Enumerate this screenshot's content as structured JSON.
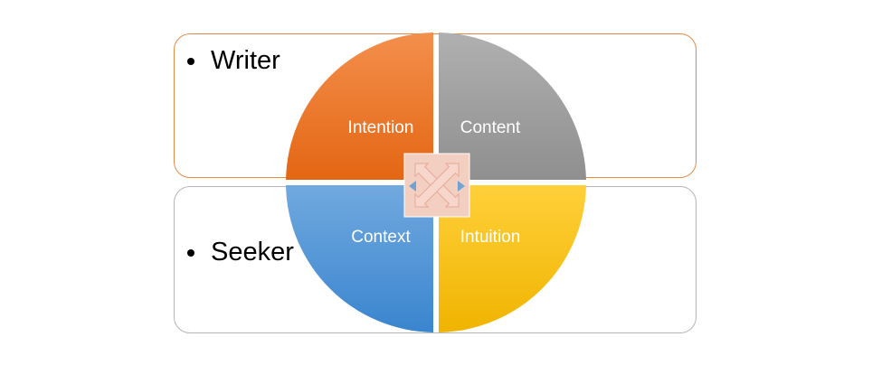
{
  "panels": {
    "top": {
      "label": "Writer"
    },
    "bottom": {
      "label": "Seeker"
    }
  },
  "quadrants": {
    "top_left": {
      "label": "Intention",
      "color": "#ed7d31"
    },
    "top_right": {
      "label": "Content",
      "color": "#a5a5a5"
    },
    "bottom_left": {
      "label": "Context",
      "color": "#5b9bd5"
    },
    "bottom_right": {
      "label": "Intuition",
      "color": "#ffc000"
    }
  },
  "center_icon": {
    "name": "four-way-arrows-icon",
    "color": "#f5cfc2"
  }
}
